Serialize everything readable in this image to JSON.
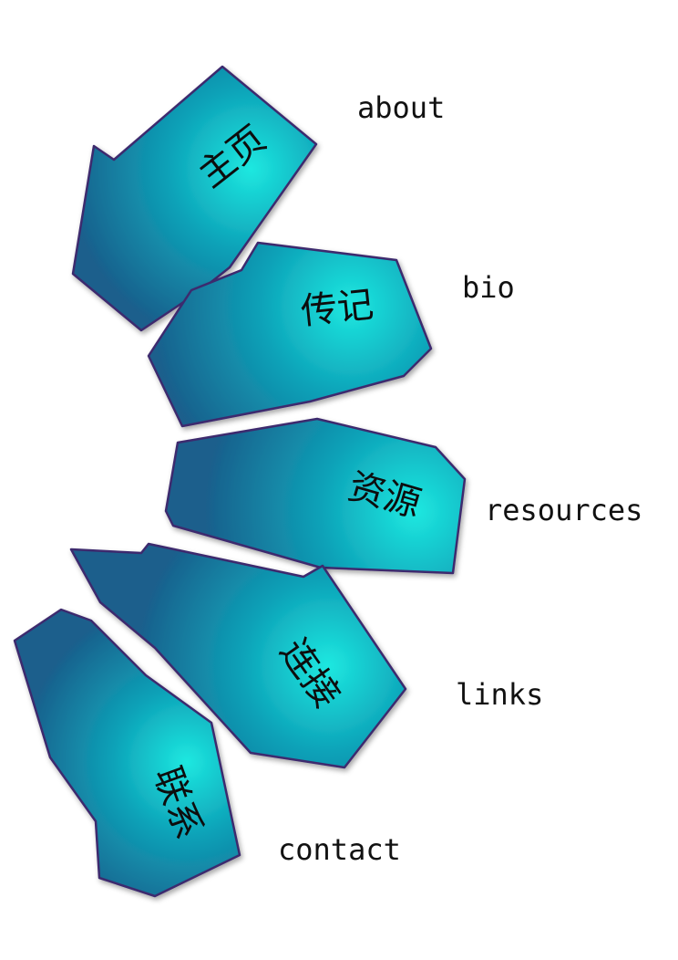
{
  "nav": {
    "items": [
      {
        "id": "home",
        "glyph": "主页",
        "label": "about"
      },
      {
        "id": "bio",
        "glyph": "传记",
        "label": "bio"
      },
      {
        "id": "resources",
        "glyph": "资源",
        "label": "resources"
      },
      {
        "id": "links",
        "glyph": "连接",
        "label": "links"
      },
      {
        "id": "contact",
        "glyph": "联系",
        "label": "contact"
      }
    ]
  },
  "colors": {
    "tile_highlight": "#1de8e0",
    "tile_mid": "#0ea2b8",
    "tile_dark": "#1a5f8c",
    "tile_edge": "#3d2b6e",
    "label_text": "#111111"
  }
}
